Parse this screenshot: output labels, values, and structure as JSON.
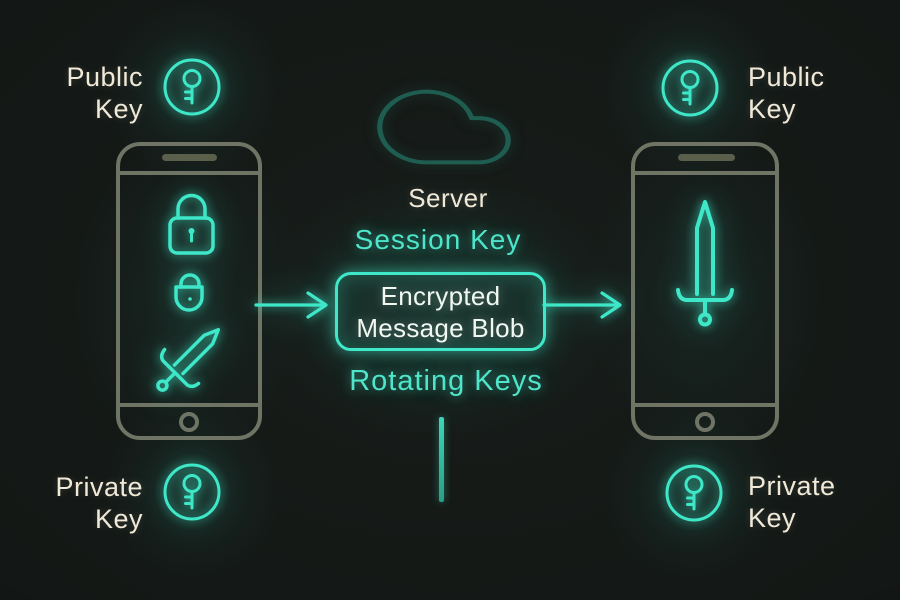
{
  "labels": {
    "public_key_top_left": {
      "line1": "Public",
      "line2": "Key"
    },
    "public_key_top_right": {
      "line1": "Public",
      "line2": "Key"
    },
    "private_key_bottom_left": {
      "line1": "Private",
      "line2": "Key"
    },
    "private_key_bottom_right": {
      "line1": "Private",
      "line2": "Key"
    },
    "server": "Server",
    "session_key": "Session Key",
    "blob": {
      "line1": "Encrypted",
      "line2": "Message Blob"
    },
    "rotating_keys": "Rotating Keys"
  },
  "icons": {
    "key": "key-icon",
    "cloud": "cloud-server-icon",
    "lock": "padlock-icon",
    "small_lock": "rounded-padlock-icon",
    "sword": "sword-icon",
    "phone": "smartphone-frame",
    "arrow": "arrow-right-icon"
  },
  "colors": {
    "background": "#131815",
    "neon_teal": "#3ee7c8",
    "teal_text": "#4fe5ca",
    "dim_teal": "#2fae93",
    "cloud_teal": "#1f5d51",
    "phone_frame": "#6f7465",
    "light_text": "#f0e9d8",
    "blob_text": "#f1f7f1"
  }
}
